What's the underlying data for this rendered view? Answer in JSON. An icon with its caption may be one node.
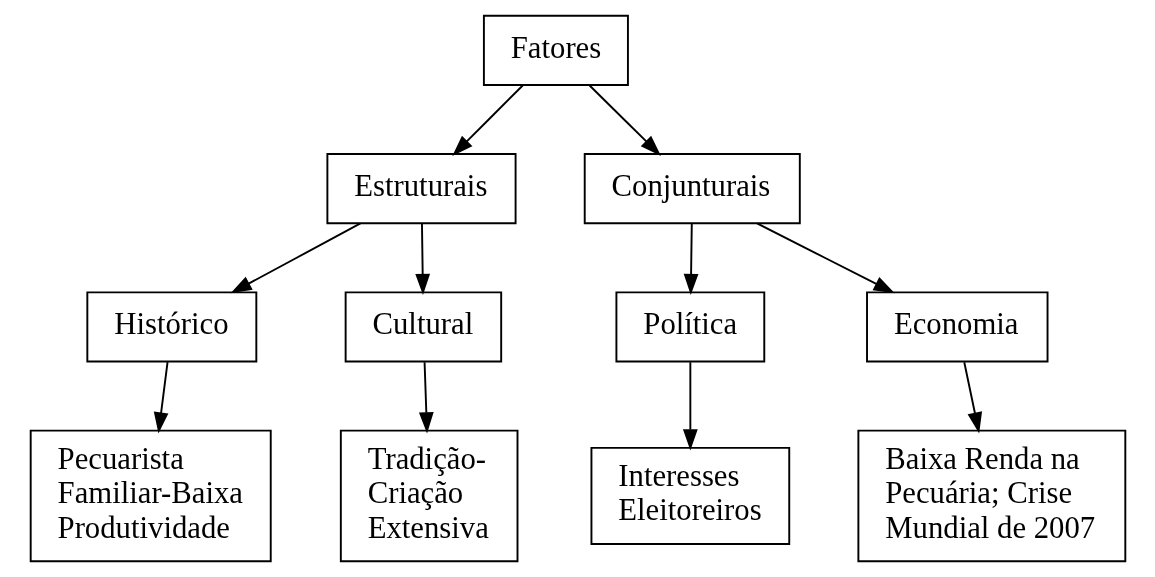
{
  "diagram": {
    "nodes": [
      {
        "text": [
          "Fatores"
        ]
      },
      {
        "text": [
          "Estruturais"
        ]
      },
      {
        "text": [
          "Conjunturais"
        ]
      },
      {
        "text": [
          "Histórico"
        ]
      },
      {
        "text": [
          "Cultural"
        ]
      },
      {
        "text": [
          "Política"
        ]
      },
      {
        "text": [
          "Economia"
        ]
      },
      {
        "text": [
          "Pecuarista Familiar-Baixa Produtividade"
        ]
      },
      {
        "text": [
          "Tradição- Criação Extensiva"
        ]
      },
      {
        "text": [
          "Interesses Eleitoreiros"
        ]
      },
      {
        "text": [
          "Baixa Renda na Pecuária; Crise Mundial de 2007"
        ]
      }
    ],
    "edges": [
      {
        "from": 0,
        "to": 1,
        "arrow": "to"
      },
      {
        "from": 0,
        "to": 2,
        "arrow": "to"
      },
      {
        "from": 1,
        "to": 3,
        "arrow": "to"
      },
      {
        "from": 1,
        "to": 4,
        "arrow": "to"
      },
      {
        "from": 2,
        "to": 5,
        "arrow": "to"
      },
      {
        "from": 2,
        "to": 6,
        "arrow": "to"
      },
      {
        "from": 3,
        "to": 7,
        "arrow": "to"
      },
      {
        "from": 4,
        "to": 8,
        "arrow": "to"
      },
      {
        "from": 5,
        "to": 9,
        "arrow": "to"
      },
      {
        "from": 6,
        "to": 10,
        "arrow": "to"
      }
    ]
  }
}
